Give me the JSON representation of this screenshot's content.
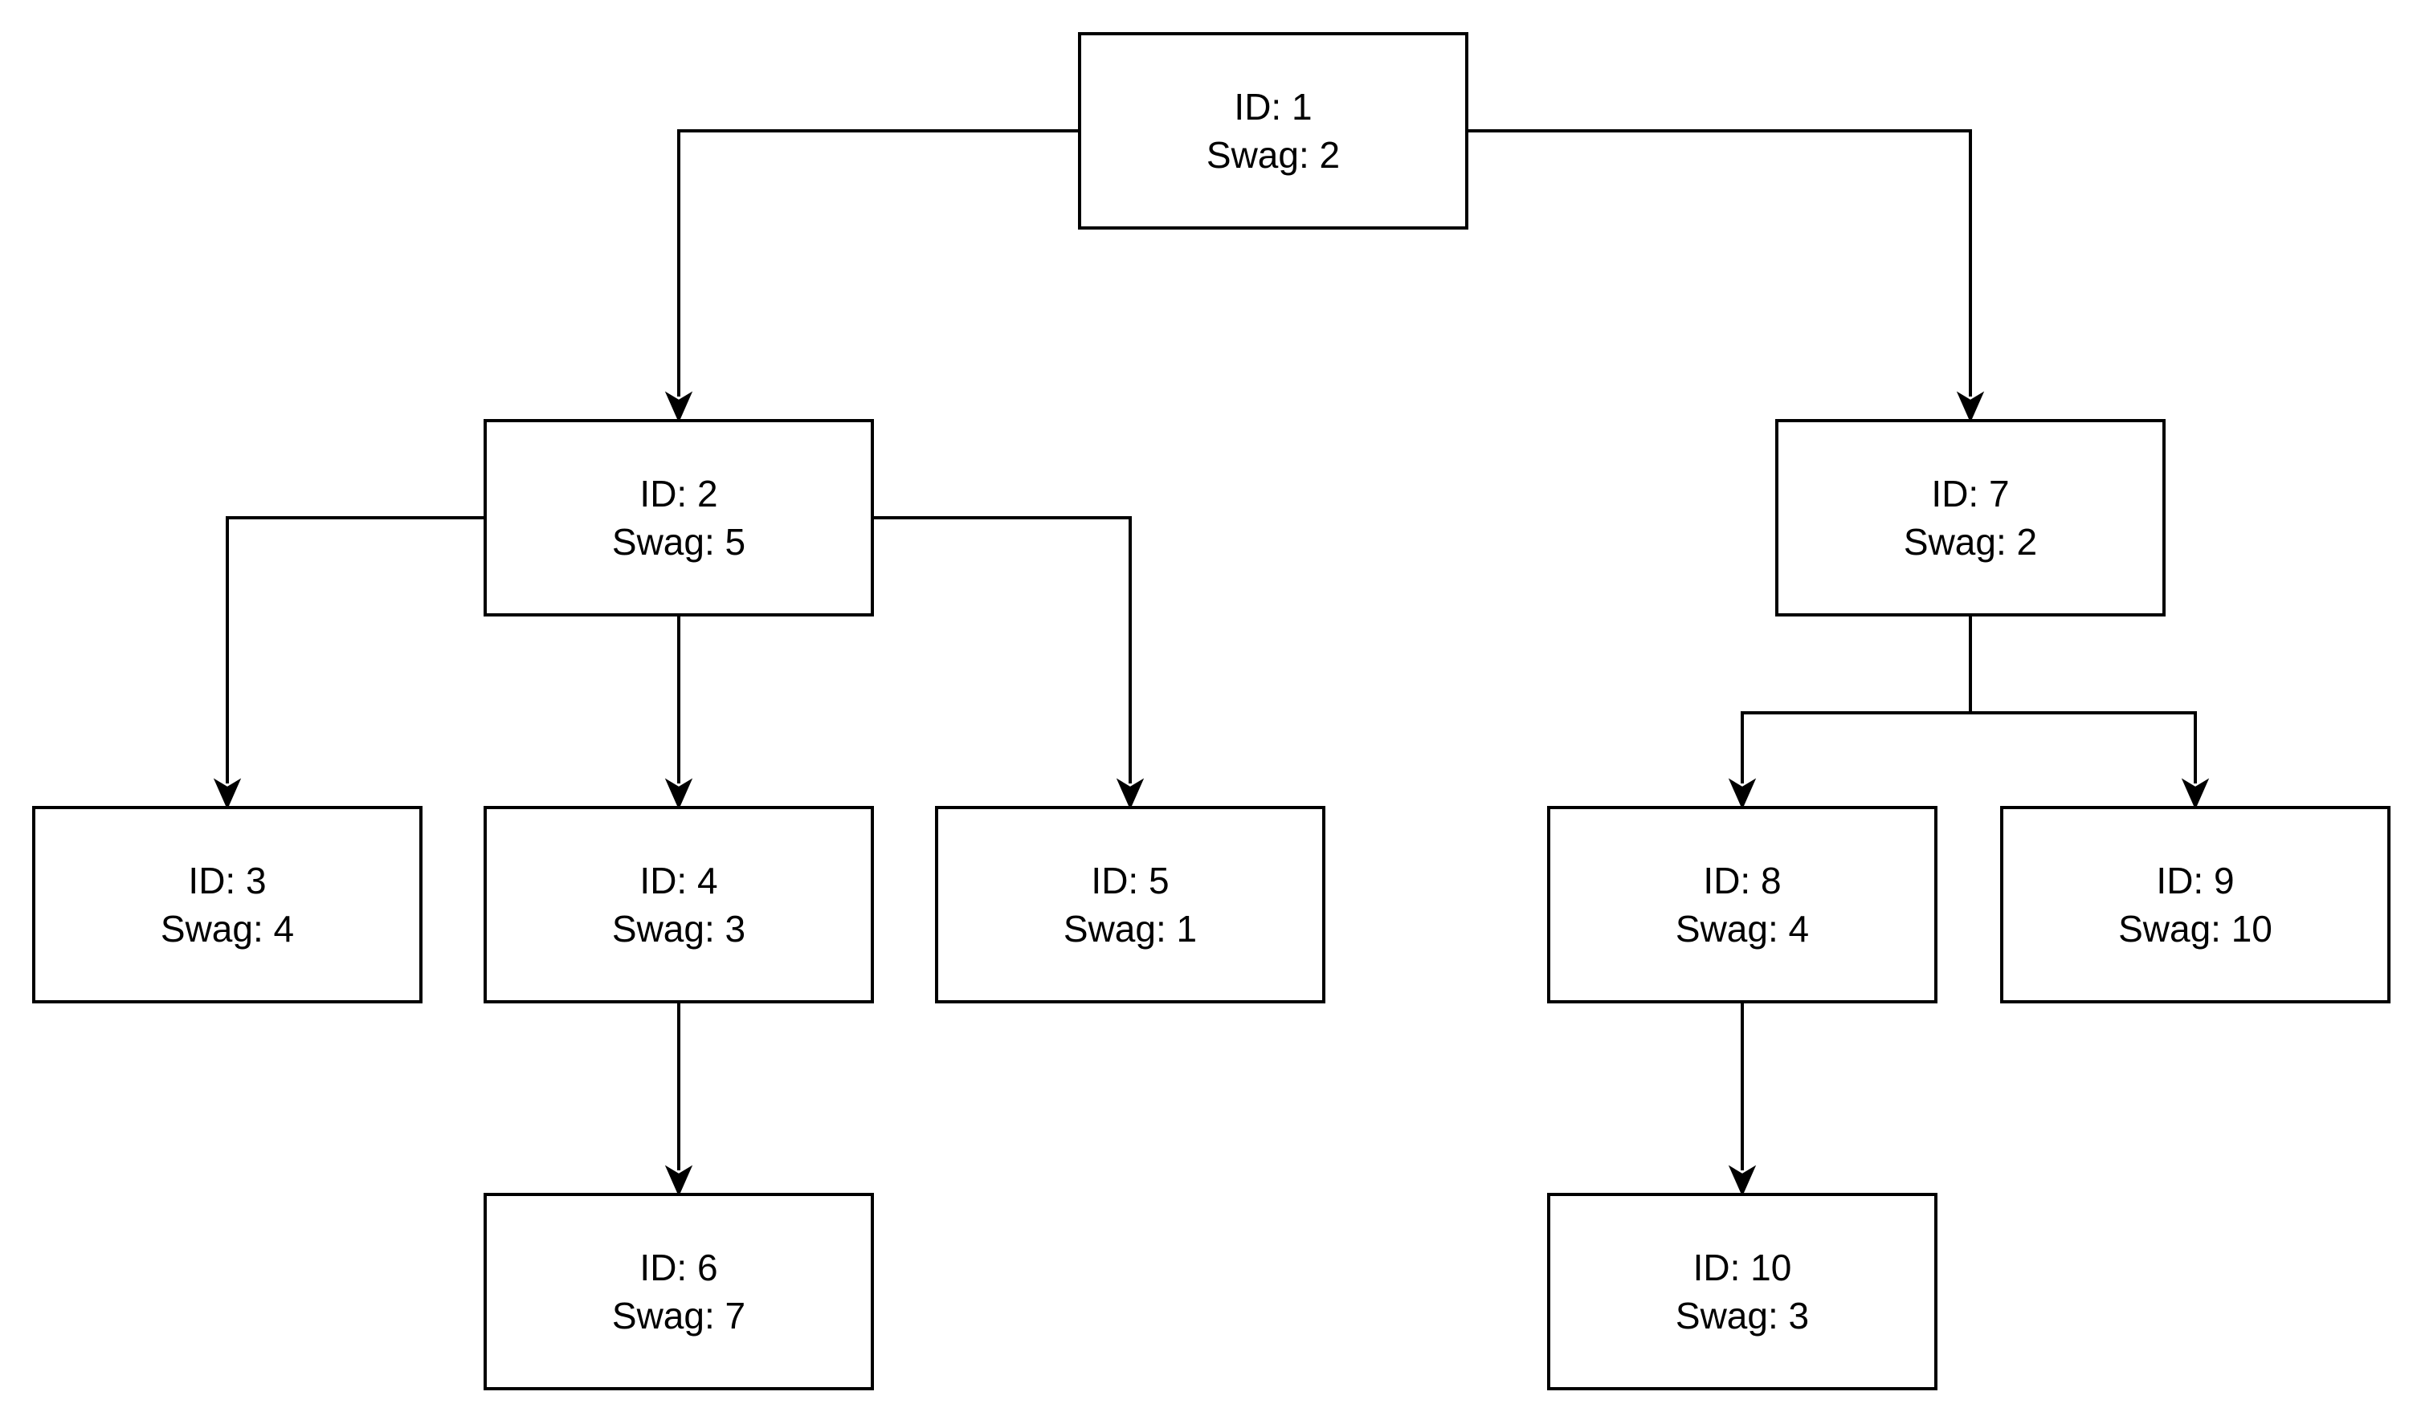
{
  "diagram": {
    "nodes": [
      {
        "key": "n1",
        "id_text": "ID: 1",
        "swag_text": "Swag: 2"
      },
      {
        "key": "n2",
        "id_text": "ID: 2",
        "swag_text": "Swag: 5"
      },
      {
        "key": "n7",
        "id_text": "ID: 7",
        "swag_text": "Swag: 2"
      },
      {
        "key": "n3",
        "id_text": "ID: 3",
        "swag_text": "Swag: 4"
      },
      {
        "key": "n4",
        "id_text": "ID: 4",
        "swag_text": "Swag: 3"
      },
      {
        "key": "n5",
        "id_text": "ID: 5",
        "swag_text": "Swag: 1"
      },
      {
        "key": "n8",
        "id_text": "ID: 8",
        "swag_text": "Swag: 4"
      },
      {
        "key": "n9",
        "id_text": "ID: 9",
        "swag_text": "Swag: 10"
      },
      {
        "key": "n6",
        "id_text": "ID: 6",
        "swag_text": "Swag: 7"
      },
      {
        "key": "n10",
        "id_text": "ID: 10",
        "swag_text": "Swag: 3"
      }
    ],
    "edges": [
      {
        "from": "n1",
        "to": "n2"
      },
      {
        "from": "n1",
        "to": "n7"
      },
      {
        "from": "n2",
        "to": "n3"
      },
      {
        "from": "n2",
        "to": "n4"
      },
      {
        "from": "n2",
        "to": "n5"
      },
      {
        "from": "n4",
        "to": "n6"
      },
      {
        "from": "n7",
        "to": "n8"
      },
      {
        "from": "n7",
        "to": "n9"
      },
      {
        "from": "n8",
        "to": "n10"
      }
    ],
    "colors": {
      "stroke": "#000000",
      "fill": "#ffffff",
      "text": "#000000"
    }
  }
}
